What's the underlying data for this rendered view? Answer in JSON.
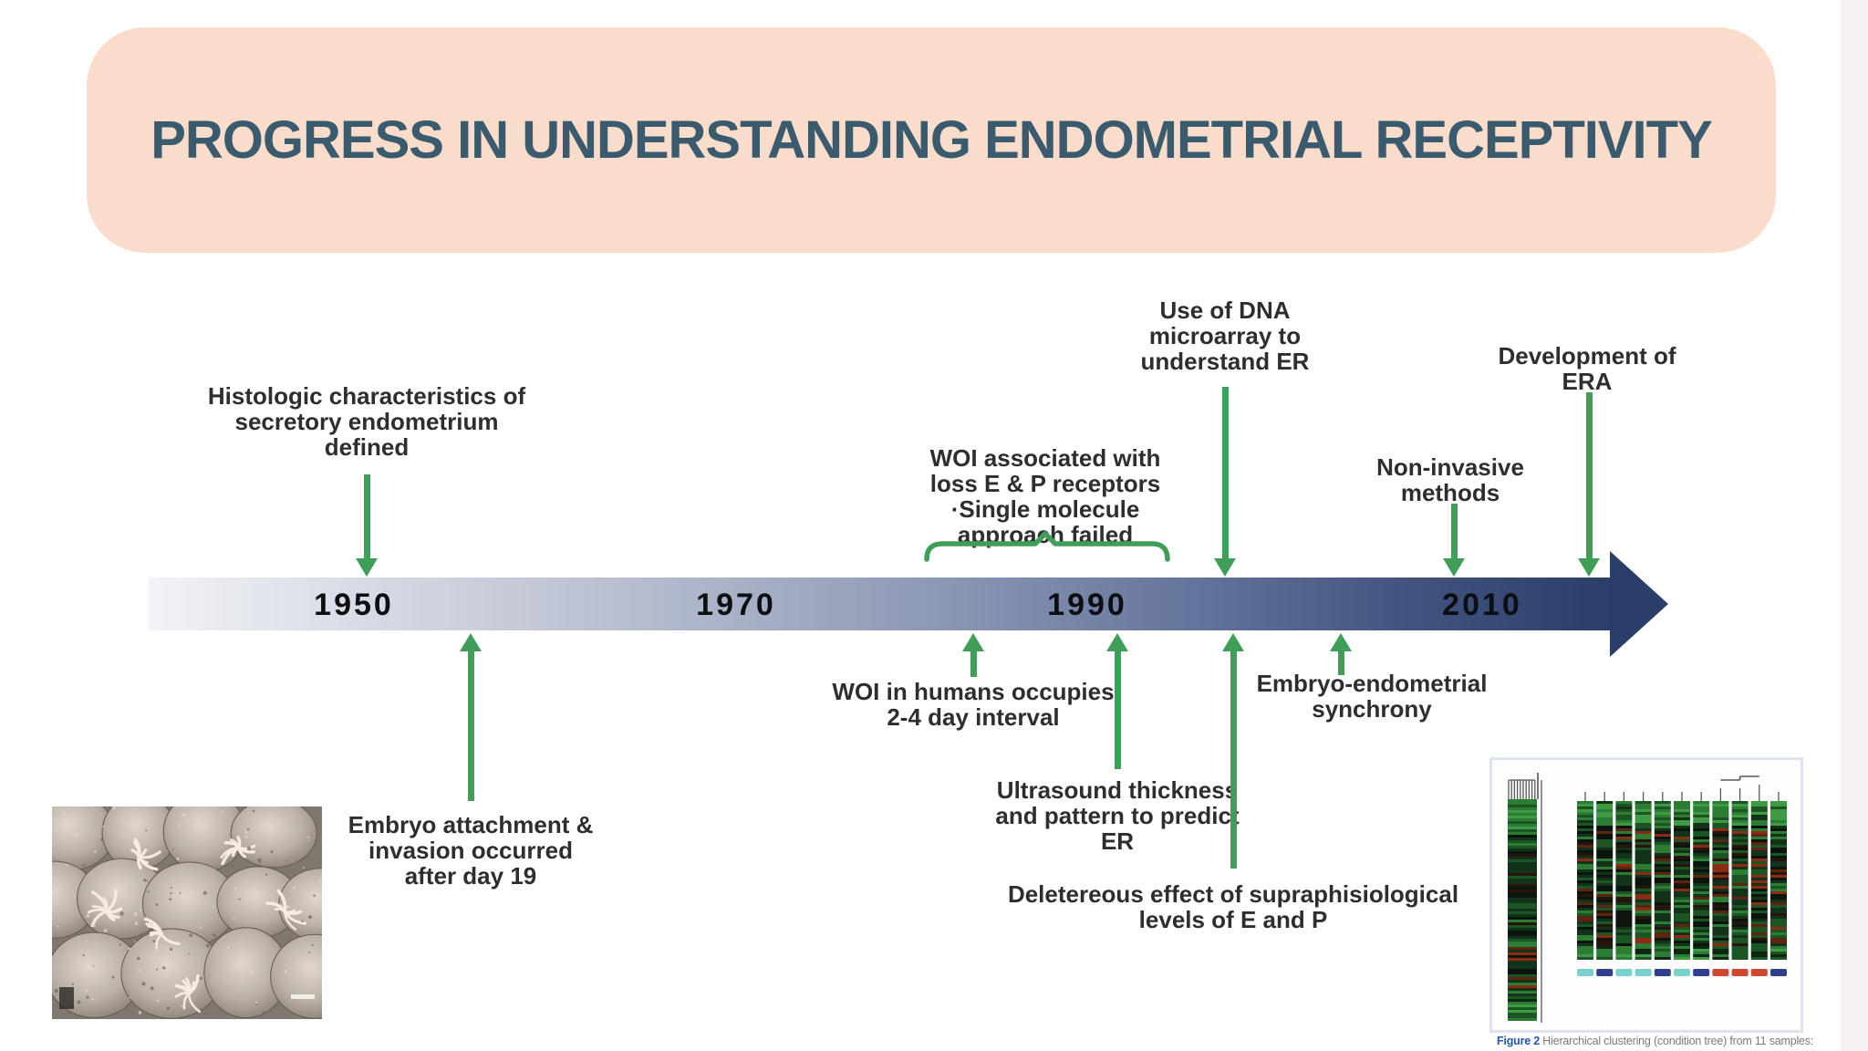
{
  "slide_title": "PROGRESS IN UNDERSTANDING ENDOMETRIAL RECEPTIVITY",
  "timeline": {
    "years": [
      "1950",
      "1970",
      "1990",
      "2010"
    ]
  },
  "events_above": [
    {
      "id": "histology",
      "lines": [
        "Histologic characteristics of",
        "secretory endometrium",
        "defined"
      ]
    },
    {
      "id": "woi-receptors",
      "lines": [
        "WOI associated with",
        "loss E & P receptors",
        "·Single molecule",
        "approach failed"
      ],
      "marker": "bracket"
    },
    {
      "id": "dna-microarray",
      "lines": [
        "Use of DNA",
        "microarray to",
        "understand ER"
      ]
    },
    {
      "id": "non-invasive",
      "lines": [
        "Non-invasive",
        "methods"
      ]
    },
    {
      "id": "era",
      "lines": [
        "Development of",
        "ERA"
      ]
    }
  ],
  "events_below": [
    {
      "id": "embryo-attachment",
      "lines": [
        "Embryo attachment &",
        "invasion occurred",
        "after day 19"
      ]
    },
    {
      "id": "woi-interval",
      "lines": [
        "WOI in humans occupies",
        "2-4 day interval"
      ]
    },
    {
      "id": "ultrasound",
      "lines": [
        "Ultrasound thickness",
        "and pattern to predict",
        "ER"
      ]
    },
    {
      "id": "deleterious",
      "lines": [
        "Deletereous effect of supraphisiological",
        "levels of E and P"
      ]
    },
    {
      "id": "synchrony",
      "lines": [
        "Embryo-endometrial",
        "synchrony"
      ]
    }
  ],
  "figure2": {
    "caption_label": "Figure 2",
    "caption_text": " Hierarchical clustering (condition tree) from 11 samples:",
    "sample_count": 11,
    "sample_group_colors": [
      "cyan",
      "navy",
      "cyan",
      "cyan",
      "navy",
      "cyan",
      "navy",
      "red",
      "red",
      "red",
      "navy"
    ]
  },
  "colors": {
    "banner_bg": "#fadccb",
    "title_text": "#3a5a6e",
    "arrow_green": "#3f9e58",
    "bar_dark": "#2b3e6a",
    "bar_light": "#f2f3f7",
    "year_text": "#0c0e12",
    "sample_cyan": "#7ad0cd",
    "sample_navy": "#303f8c",
    "sample_red": "#cf4730",
    "caption_blue": "#2456b0"
  }
}
